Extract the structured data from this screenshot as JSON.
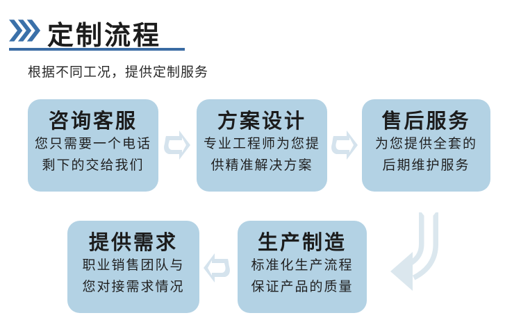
{
  "header": {
    "title": "定制流程",
    "subtitle": "根据不同工况，提供定制服务"
  },
  "flow": {
    "steps": [
      {
        "title": "咨询客服",
        "line1": "您只需要一个电话",
        "line2": "剩下的交给我们"
      },
      {
        "title": "方案设计",
        "line1": "专业工程师为您提",
        "line2": "供精准解决方案"
      },
      {
        "title": "售后服务",
        "line1": "为您提供全套的",
        "line2": "后期维护服务"
      },
      {
        "title": "提供需求",
        "line1": "职业销售团队与",
        "line2": "您对接需求情况"
      },
      {
        "title": "生产制造",
        "line1": "标准化生产流程",
        "line2": "保证产品的质量"
      }
    ]
  },
  "icons": {
    "header_icon": "triple-chevron-right",
    "top_row_connector": "arrow-right",
    "bottom_row_connector": "arrow-left",
    "row_transition_connector": "arrow-curve-down-left"
  },
  "colors": {
    "accent_blue": "#3a70a9",
    "underline_blue": "#3a6ba3",
    "box_fill": "#b3d2e4",
    "connector_fill": "#d5e3ed",
    "curve_fill": "#dbe7ee",
    "title_text": "#1c1c1c",
    "body_text": "#1f1f1f"
  }
}
